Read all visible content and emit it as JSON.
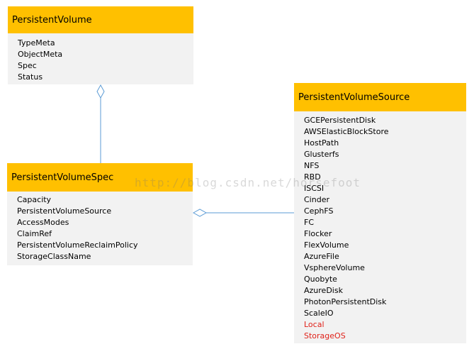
{
  "persistent_volume": {
    "title": "PersistentVolume",
    "fields": [
      "TypeMeta",
      "ObjectMeta",
      "Spec",
      "Status"
    ]
  },
  "persistent_volume_spec": {
    "title": "PersistentVolumeSpec",
    "fields": [
      "Capacity",
      "PersistentVolumeSource",
      "AccessModes",
      "ClaimRef",
      "PersistentVolumeReclaimPolicy",
      "StorageClassName"
    ]
  },
  "persistent_volume_source": {
    "title": "PersistentVolumeSource",
    "fields": [
      "GCEPersistentDisk",
      "AWSElasticBlockStore",
      "HostPath",
      "Glusterfs",
      "NFS",
      "RBD",
      "ISCSI",
      "Cinder",
      "CephFS",
      "FC",
      "Flocker",
      "FlexVolume",
      "AzureFile",
      "VsphereVolume",
      "Quobyte",
      "AzureDisk",
      "PhotonPersistentDisk",
      "ScaleIO"
    ],
    "highlighted_fields": [
      "Local",
      "StorageOS"
    ]
  },
  "watermark": "http://blog.csdn.net/horsefoot",
  "colors": {
    "header": "#ffc000",
    "body": "#f2f2f2",
    "connector": "#5b9bd5",
    "highlight": "#e0221a"
  }
}
